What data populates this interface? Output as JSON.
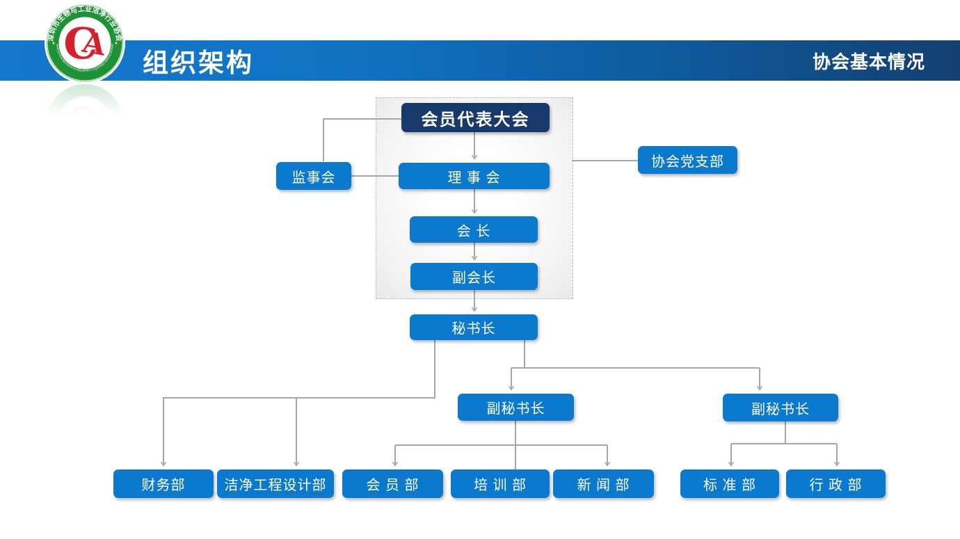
{
  "header": {
    "title": "组织架构",
    "section_label": "协会基本情况"
  },
  "logo": {
    "ring_text_top": "深圳市生物与工业洁净行业协会",
    "ring_text_bottom": "SHENZHEN BIOTECH & INDUSTRY CLEANING ASSOCIATION",
    "monogram_c": "C",
    "monogram_a": "A"
  },
  "org_chart": {
    "nodes": {
      "members_assembly": "会员代表大会",
      "council": "理 事 会",
      "supervisory_board": "监事会",
      "party_branch": "协会党支部",
      "president": "会  长",
      "vice_president": "副会长",
      "secretary_general": "秘书长",
      "deputy_secretary_general_left": "副秘书长",
      "deputy_secretary_general_right": "副秘书长",
      "finance_dept": "财务部",
      "clean_engineering_design_dept": "洁净工程设计部",
      "membership_dept": "会 员 部",
      "training_dept": "培 训 部",
      "news_dept": "新 闻 部",
      "standards_dept": "标 准 部",
      "admin_dept": "行 政 部"
    }
  },
  "colors": {
    "header_gradient_left": "#1478cb",
    "header_gradient_right": "#143f70",
    "node_blue": "#0b79ce",
    "node_navy": "#17396b",
    "connector_gray": "#a6a6a6",
    "logo_green": "#1f9137",
    "logo_red": "#d5222a"
  }
}
